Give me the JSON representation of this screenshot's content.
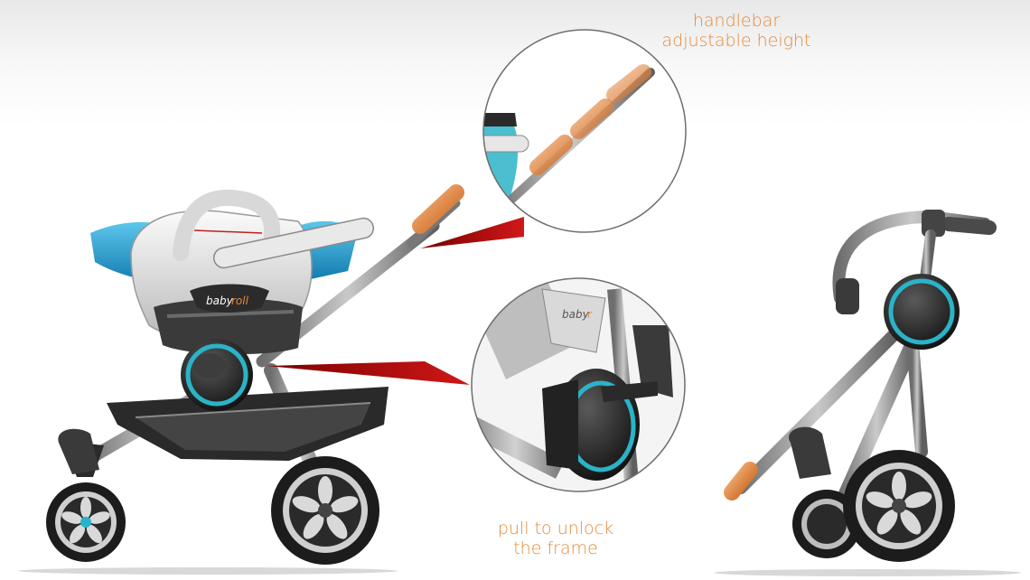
{
  "callouts": {
    "handlebar": {
      "line1": "handlebar",
      "line2": "adjustable height"
    },
    "unlock": {
      "line1": "pull to unlock",
      "line2": "the frame"
    }
  },
  "brand": {
    "main_badge": {
      "prefix": "baby",
      "suffix": "roll"
    },
    "detail_badge": {
      "prefix": "baby",
      "suffix": "r"
    }
  },
  "colors": {
    "accent_teal": "#2bb3c8",
    "canopy_blue": "#1e90c8",
    "handle_orange": "#e58a3a",
    "pointer_red": "#b01010",
    "frame_gray": "#8c8c8c",
    "wheel_black": "#1c1c1c"
  }
}
